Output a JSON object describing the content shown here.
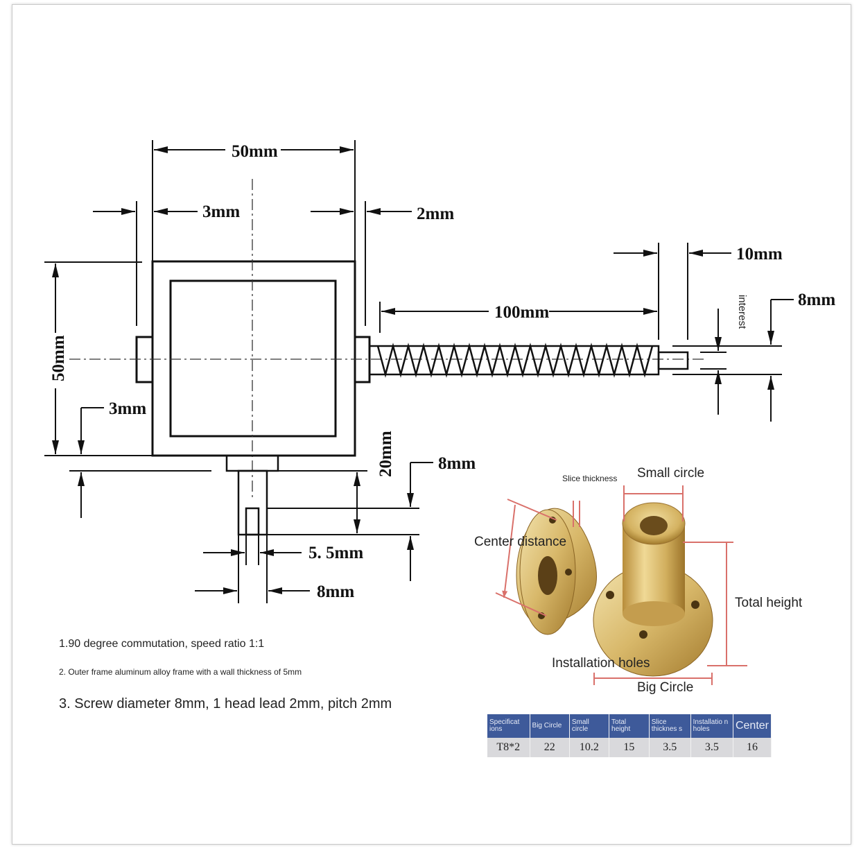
{
  "dimensions": {
    "top_width": "50mm",
    "left_gap": "3mm",
    "right_gap": "2mm",
    "tail_length": "10mm",
    "screw_length": "100mm",
    "screw_diameter": "8mm",
    "interest": "interest",
    "left_height": "50mm",
    "bottom_offset": "3mm",
    "shaft_height": "20mm",
    "shaft_end": "8mm",
    "key_width": "5. 5mm",
    "shaft_width": "8mm"
  },
  "notes": [
    "1.90 degree commutation, speed ratio 1:1",
    "2. Outer frame aluminum alloy frame with a wall thickness of 5mm",
    "3. Screw diameter 8mm, 1 head lead 2mm, pitch 2mm"
  ],
  "nut_labels": {
    "slice_thickness": "Slice thickness",
    "small_circle": "Small circle",
    "center_distance": "Center distance",
    "total_height": "Total height",
    "installation_holes": "Installation holes",
    "big_circle": "Big Circle"
  },
  "table": {
    "headers": [
      "Specificat ions",
      "Big Circle",
      "Small circle",
      "Total height",
      "Slice thicknes s",
      "Installatio n holes",
      "Center"
    ],
    "row": [
      "T8*2",
      "22",
      "10.2",
      "15",
      "3.5",
      "3.5",
      "16"
    ]
  },
  "colors": {
    "brass_light": "#e2c77a",
    "brass_dark": "#a17a2c",
    "dimension_red": "#d9706a",
    "table_header": "#3e5a9a"
  }
}
